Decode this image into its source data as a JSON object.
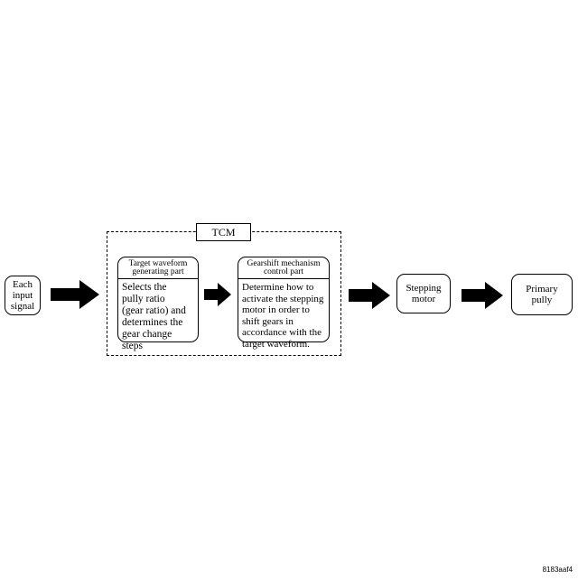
{
  "nodes": {
    "input": {
      "label": [
        "Each",
        "input",
        "signal"
      ]
    },
    "tcm": {
      "label": "TCM"
    },
    "target": {
      "title": [
        "Target waveform",
        "generating part"
      ],
      "body": [
        "Selects the",
        "pully ratio",
        "(gear ratio) and",
        "determines the",
        "gear change steps"
      ]
    },
    "gearshift": {
      "title": [
        "Gearshift mechanism",
        "control part"
      ],
      "body": [
        "Determine how to",
        "activate the stepping",
        "motor in order to",
        "shift gears in",
        "accordance with the",
        "target waveform."
      ]
    },
    "stepping": {
      "label": [
        "Stepping",
        "motor"
      ]
    },
    "primary": {
      "label": [
        "Primary",
        "pully"
      ]
    }
  },
  "edges": [
    [
      "input",
      "target"
    ],
    [
      "target",
      "gearshift"
    ],
    [
      "gearshift",
      "stepping"
    ],
    [
      "stepping",
      "primary"
    ]
  ],
  "footer": "8183aaf4"
}
